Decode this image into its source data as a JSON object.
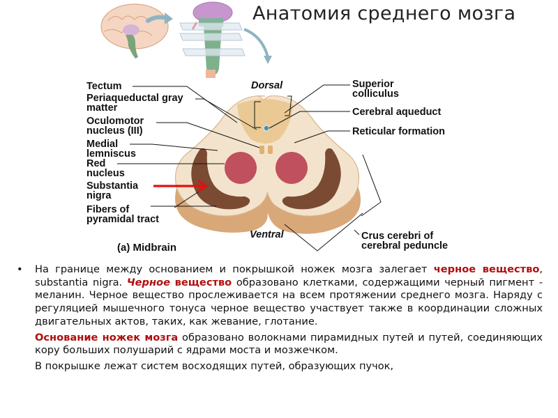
{
  "slide": {
    "title": "Анатомия среднего мозга"
  },
  "figure": {
    "caption_prefix": "(a)",
    "caption": "Midbrain",
    "orientation": {
      "top": "Dorsal",
      "bottom": "Ventral"
    },
    "labels_left": [
      {
        "id": "tectum",
        "lines": [
          "Tectum"
        ]
      },
      {
        "id": "periaqueductal",
        "lines": [
          "Periaqueductal gray",
          "matter"
        ]
      },
      {
        "id": "oculomotor",
        "lines": [
          "Oculomotor",
          "nucleus (III)"
        ]
      },
      {
        "id": "medial-lemniscus",
        "lines": [
          "Medial",
          "lemniscus"
        ]
      },
      {
        "id": "red-nucleus",
        "lines": [
          "Red",
          "nucleus"
        ]
      },
      {
        "id": "substantia-nigra",
        "lines": [
          "Substantia",
          "nigra"
        ]
      },
      {
        "id": "pyramidal",
        "lines": [
          "Fibers of",
          "pyramidal tract"
        ]
      }
    ],
    "labels_right": [
      {
        "id": "superior-colliculus",
        "lines": [
          "Superior",
          "colliculus"
        ]
      },
      {
        "id": "cerebral-aqueduct",
        "lines": [
          "Cerebral aqueduct"
        ]
      },
      {
        "id": "reticular",
        "lines": [
          "Reticular formation"
        ]
      },
      {
        "id": "crus-cerebri",
        "lines": [
          "Crus cerebri of",
          "cerebral peduncle"
        ]
      }
    ],
    "colors": {
      "tissue": "#f3e3cc",
      "tissue_edge": "#d9a878",
      "tectum": "#e9c48a",
      "red_nucleus": "#c0505e",
      "substantia_nigra": "#7a4a33",
      "highlight_arrow": "#e01010"
    }
  },
  "text": {
    "bullet": "•",
    "p1": {
      "a": "На границе между основанием и покрышкой ножек мозга залегает ",
      "b": "черное вещество",
      "c": ", substantia nigra. ",
      "d": "Черное",
      "e": " ",
      "f": "вещество",
      "g": " образовано клетками, содержащими черный пигмент - меланин. Черное вещество прослеживается на всем протяжении среднего мозга. Наряду с регуляцией мышечного тонуса черное вещество участвует также в координации сложных двигательных актов, таких, как жевание, глотание."
    },
    "p2": {
      "a": "Основание ножек мозга",
      "b": " образовано волокнами пирамидных путей и путей, соединяющих кору больших полушарий с ядрами моста и мозжечком."
    },
    "p3": {
      "a": "В покрышке лежат систем восходящих путей, образующих пучок,"
    }
  }
}
